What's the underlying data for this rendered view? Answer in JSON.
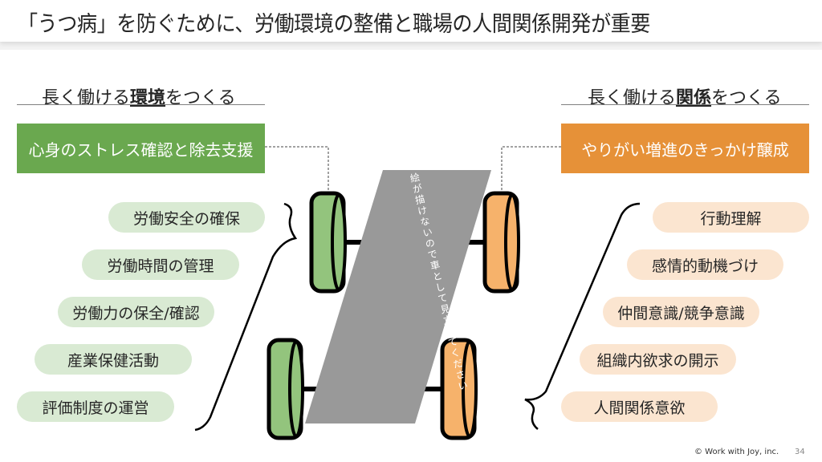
{
  "slide": {
    "title": "「うつ病」を防ぐために、労働環境の整備と職場の人間関係開発が重要",
    "page_number": "34",
    "copyright": "© Work with Joy, inc."
  },
  "left": {
    "heading_prefix": "長く働ける",
    "heading_emphasis": "環境",
    "heading_suffix": "をつくる",
    "main_box": "心身のストレス確認と除去支援",
    "items": [
      "労働安全の確保",
      "労働時間の管理",
      "労働力の保全/確認",
      "産業保健活動",
      "評価制度の運営"
    ]
  },
  "right": {
    "heading_prefix": "長く働ける",
    "heading_emphasis": "関係",
    "heading_suffix": "をつくる",
    "main_box": "やりがい増進のきっかけ醸成",
    "items": [
      "行動理解",
      "感情的動機づけ",
      "仲間意識/競争意識",
      "組織内欲求の開示",
      "人間関係意欲"
    ]
  },
  "car": {
    "body_note": "絵が描けないので車として見立ててください"
  },
  "colors": {
    "left_accent": "#6aa84f",
    "left_wheel": "#93c47d",
    "left_pill": "#d9ead3",
    "right_accent": "#e69138",
    "right_wheel": "#f6b26b",
    "right_pill": "#fbe5d0",
    "car_body": "#999999"
  }
}
